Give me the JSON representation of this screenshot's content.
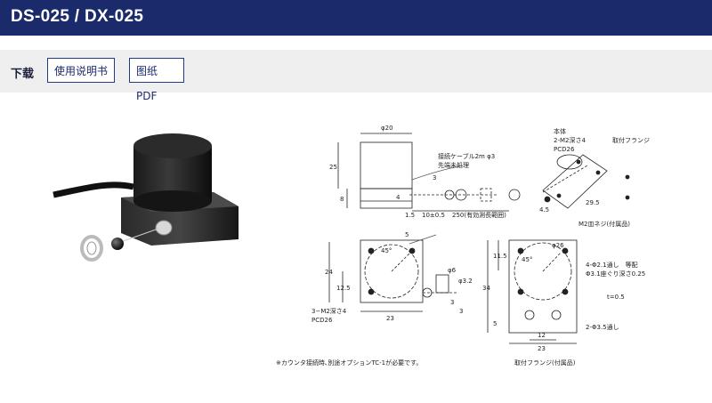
{
  "header": {
    "title": "DS-025 / DX-025"
  },
  "downloads": {
    "label": "下载",
    "manual_label": "使用说明书",
    "drawing_label": "图纸PDF"
  },
  "drawing": {
    "top_view": {
      "dia_top": "φ20",
      "height": "25",
      "body_h": "8",
      "d3": "3",
      "d4": "4",
      "d15": "1.5",
      "d10": "10±0.5",
      "d250": "250(有効測長範囲)",
      "cable_note1": "接続ケーブル2m φ3",
      "cable_note2": "先端未処理"
    },
    "front_view": {
      "d24": "24",
      "d125": "12.5",
      "d23": "23",
      "d45": "45°",
      "d5": "5",
      "d6": "φ6",
      "d32": "φ3.2",
      "d3a": "3",
      "d3b": "3",
      "note1": "3−M2深さ4",
      "note2": "PCD26"
    },
    "flange_view": {
      "d115": "11.5",
      "d34": "34",
      "d5": "5",
      "d12": "12",
      "d23": "23",
      "d45": "45°",
      "d26": "φ26",
      "note_holes1": "4-Φ2.1通し　等配",
      "note_holes2": "Φ3.1座ぐり深さ0.25",
      "note_t": "t=0.5",
      "note_35": "2-Φ3.5通し",
      "caption": "取付フランジ(付属品)"
    },
    "iso_view": {
      "note_body": "本体",
      "note_m2": "2-M2深さ4",
      "note_pcd": "PCD26",
      "note_flange": "取付フランジ",
      "d295": "29.5",
      "d45": "4.5",
      "note_screw": "M2皿ネジ(付属品)"
    },
    "footnote": "※カウンタ接続時､別途オプションTC-1が必要です。"
  }
}
